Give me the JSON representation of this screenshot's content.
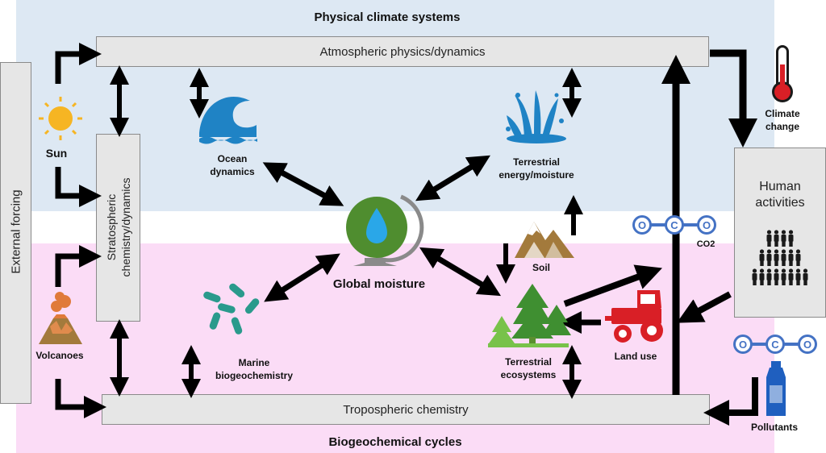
{
  "regions": {
    "top_title": "Physical climate systems",
    "bottom_title": "Biogeochemical cycles"
  },
  "boxes": {
    "atmospheric": "Atmospheric physics/dynamics",
    "tropospheric": "Tropospheric chemistry",
    "stratospheric_line1": "Stratospheric",
    "stratospheric_line2": "chemistry/dynamics",
    "external_forcing": "External forcing",
    "human_line1": "Human",
    "human_line2": "activities"
  },
  "labels": {
    "sun": "Sun",
    "volcanoes": "Volcanoes",
    "ocean_line1": "Ocean",
    "ocean_line2": "dynamics",
    "terrestrial_energy_line1": "Terrestrial",
    "terrestrial_energy_line2": "energy/moisture",
    "global_moisture": "Global moisture",
    "soil": "Soil",
    "marine_line1": "Marine",
    "marine_line2": "biogeochemistry",
    "terrestrial_eco_line1": "Terrestrial",
    "terrestrial_eco_line2": "ecosystems",
    "land_use": "Land use",
    "co2": "CO2",
    "climate_line1": "Climate",
    "climate_line2": "change",
    "pollutants": "Pollutants"
  },
  "molecule_atoms": {
    "oxygen": "O",
    "carbon": "C"
  },
  "colors": {
    "top_band": "#dde8f3",
    "bottom_band": "#fbdcf6",
    "box_fill": "#e6e6e6",
    "arrow": "#000000",
    "ocean_blue": "#1f83c5",
    "globe_green": "#4f8d2f",
    "water_drop": "#2aa7e8",
    "tractor_red": "#d91f26",
    "tree_green": "#3f8f31",
    "light_tree_green": "#78c24a",
    "mountain_brown": "#a37a3c",
    "volcano_orange": "#e07a3a",
    "sun_yellow": "#f6b523",
    "molecule_blue": "#4472c4",
    "thermometer_red": "#d91f26",
    "people": "#1a1a1a"
  },
  "icons": [
    "sun-icon",
    "volcano-icon",
    "ocean-wave-icon",
    "splash-icon",
    "globe-icon",
    "mountain-icon",
    "bacteria-icon",
    "trees-icon",
    "tractor-icon",
    "co2-molecule-icon",
    "thermometer-icon",
    "people-icon",
    "bottle-icon"
  ]
}
